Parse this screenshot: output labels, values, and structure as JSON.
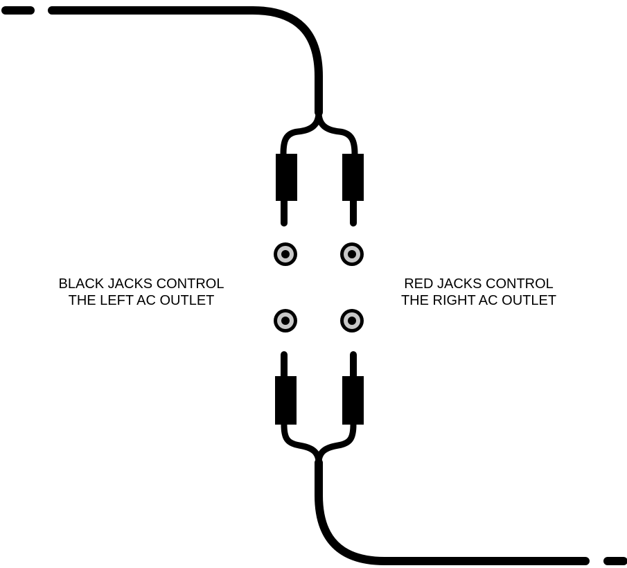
{
  "labels": {
    "left": {
      "line1": "BLACK JACKS CONTROL",
      "line2": "THE LEFT AC OUTLET"
    },
    "right": {
      "line1": "RED JACKS CONTROL",
      "line2": "THE RIGHT AC OUTLET"
    }
  },
  "colors": {
    "cable": "#000000",
    "jack_outer": "#000000",
    "jack_ring": "#c8c8c8",
    "jack_center": "#000000",
    "background": "#ffffff"
  },
  "icons": {
    "jack": "rca-jack-icon",
    "plug": "rca-plug-icon"
  }
}
